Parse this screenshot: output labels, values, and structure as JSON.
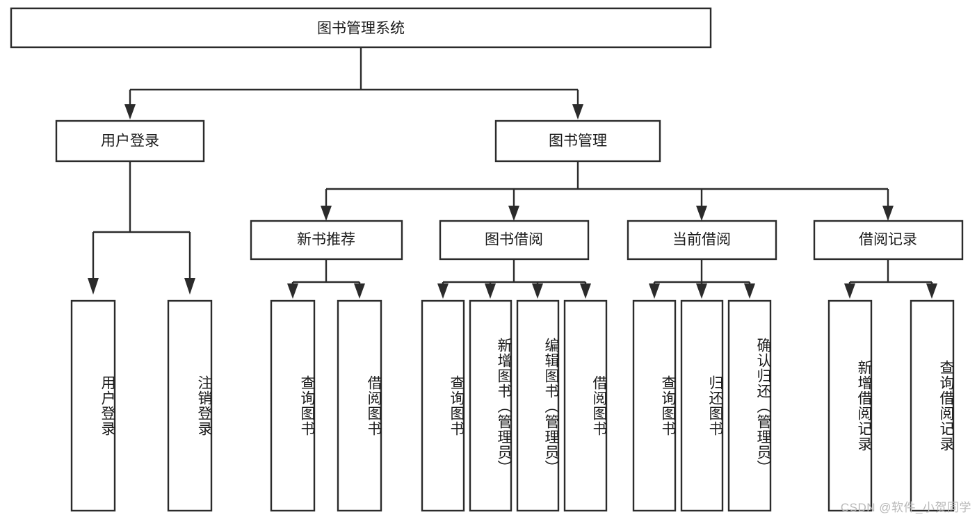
{
  "diagram": {
    "type": "tree-hierarchy",
    "title": "图书管理系统",
    "orientation": "top-down",
    "colors": {
      "background": "#ffffff",
      "box_stroke": "#2b2b2b",
      "box_fill": "#ffffff",
      "text": "#1a1a1a",
      "watermark": "#b9b9b9"
    },
    "root": {
      "label": "图书管理系统"
    },
    "level1": [
      {
        "id": "user-login",
        "label": "用户登录"
      },
      {
        "id": "book-management",
        "label": "图书管理"
      }
    ],
    "level2": [
      {
        "id": "new-book-recommend",
        "label": "新书推荐",
        "parent": "book-management"
      },
      {
        "id": "book-borrow",
        "label": "图书借阅",
        "parent": "book-management"
      },
      {
        "id": "current-borrow",
        "label": "当前借阅",
        "parent": "book-management"
      },
      {
        "id": "borrow-records",
        "label": "借阅记录",
        "parent": "book-management"
      }
    ],
    "leaves": [
      {
        "id": "leaf-user-login",
        "label": "用户登录",
        "parent": "user-login"
      },
      {
        "id": "leaf-logout",
        "label": "注销登录",
        "parent": "user-login"
      },
      {
        "id": "leaf-query-book-1",
        "label": "查询图书",
        "parent": "new-book-recommend"
      },
      {
        "id": "leaf-borrow-book-1",
        "label": "借阅图书",
        "parent": "new-book-recommend"
      },
      {
        "id": "leaf-query-book-2",
        "label": "查询图书",
        "parent": "book-borrow"
      },
      {
        "id": "leaf-add-book",
        "label": "新增图书（管理员）",
        "parent": "book-borrow"
      },
      {
        "id": "leaf-edit-book",
        "label": "编辑图书（管理员）",
        "parent": "book-borrow"
      },
      {
        "id": "leaf-borrow-book-2",
        "label": "借阅图书",
        "parent": "book-borrow"
      },
      {
        "id": "leaf-query-book-3",
        "label": "查询图书",
        "parent": "current-borrow"
      },
      {
        "id": "leaf-return-book",
        "label": "归还图书",
        "parent": "current-borrow"
      },
      {
        "id": "leaf-confirm-return",
        "label": "确认归还（管理员）",
        "parent": "current-borrow"
      },
      {
        "id": "leaf-add-record",
        "label": "新增借阅记录",
        "parent": "borrow-records"
      },
      {
        "id": "leaf-query-record",
        "label": "查询借阅记录",
        "parent": "borrow-records"
      }
    ]
  },
  "watermark": {
    "text": "CSDN @软件_小贺同学"
  }
}
